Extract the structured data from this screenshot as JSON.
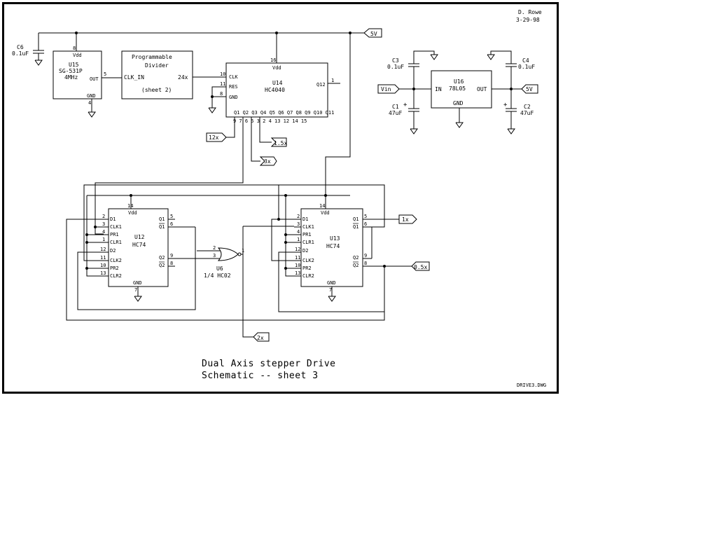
{
  "author": "D. Rowe",
  "date": "3-29-98",
  "title_line1": "Dual Axis stepper Drive",
  "title_line2": "Schematic -- sheet 3",
  "filename": "DRIVE3.DWG",
  "u15": {
    "ref": "U15",
    "part": "SG-531P",
    "freq": "4MHz",
    "vdd": "Vdd",
    "gnd": "GND",
    "out": "OUT",
    "pin_vdd": "8",
    "pin_gnd": "4",
    "pin_out": "5"
  },
  "divider": {
    "line1": "Programmable",
    "line2": "Divider",
    "clk": "CLK_IN",
    "ratio": "24x",
    "sheet": "(sheet 2)"
  },
  "u14": {
    "ref": "U14",
    "part": "HC4040",
    "vdd": "Vdd",
    "clk": "CLK",
    "res": "RES",
    "gnd": "GND",
    "q12": "Q12",
    "outputs": "Q1 Q2 Q3 Q4 Q5 Q6 Q7 Q8 Q9 Q10 Q11",
    "pin_vdd": "16",
    "pin_clk": "10",
    "pin_res": "11",
    "pin_gnd": "8",
    "pin_q12": "1",
    "pins_out": "9 7 6 5 3 2 4 13 12 14 15"
  },
  "u16": {
    "ref": "U16",
    "part": "78L05",
    "in": "IN",
    "out": "OUT",
    "gnd": "GND"
  },
  "c6": {
    "ref": "C6",
    "val": "0.1uF"
  },
  "c3": {
    "ref": "C3",
    "val": "0.1uF"
  },
  "c4": {
    "ref": "C4",
    "val": "0.1uF"
  },
  "c1": {
    "ref": "C1",
    "val": "47uF"
  },
  "c2": {
    "ref": "C2",
    "val": "47uF"
  },
  "u12": {
    "ref": "U12",
    "part": "HC74",
    "vdd": "Vdd",
    "gnd": "GND",
    "d1": "D1",
    "clk1": "CLK1",
    "pr1": "PR1",
    "clr1": "CLR1",
    "d2": "D2",
    "clk2": "CLK2",
    "pr2": "PR2",
    "clr2": "CLR2",
    "q1": "Q1",
    "q1b": "Q1",
    "q2": "Q2",
    "q2b": "Q2"
  },
  "u13": {
    "ref": "U13",
    "part": "HC74",
    "vdd": "Vdd",
    "gnd": "GND",
    "d1": "D1",
    "clk1": "CLK1",
    "pr1": "PR1",
    "clr1": "CLR1",
    "d2": "D2",
    "clk2": "CLK2",
    "pr2": "PR2",
    "clr2": "CLR2",
    "q1": "Q1",
    "q1b": "Q1",
    "q2": "Q2",
    "q2b": "Q2"
  },
  "u6": {
    "ref": "U6",
    "part": "1/4 HC02"
  },
  "ports": {
    "v5_top": "5V",
    "vin": "Vin",
    "v5_reg": "5V",
    "x12": "12x",
    "x15": "1.5x",
    "x3": "3x",
    "x1": "1x",
    "x05": "0.5x",
    "x2": "2x"
  },
  "ff_pins": {
    "p14": "14",
    "p7": "7",
    "p2": "2",
    "p3": "3",
    "p4": "4",
    "p1": "1",
    "p12": "12",
    "p11": "11",
    "p10": "10",
    "p13": "13",
    "p5": "5",
    "p6": "6",
    "p9": "9",
    "p8": "8"
  },
  "gate_pins": {
    "a": "2",
    "b": "3",
    "y": "1"
  }
}
